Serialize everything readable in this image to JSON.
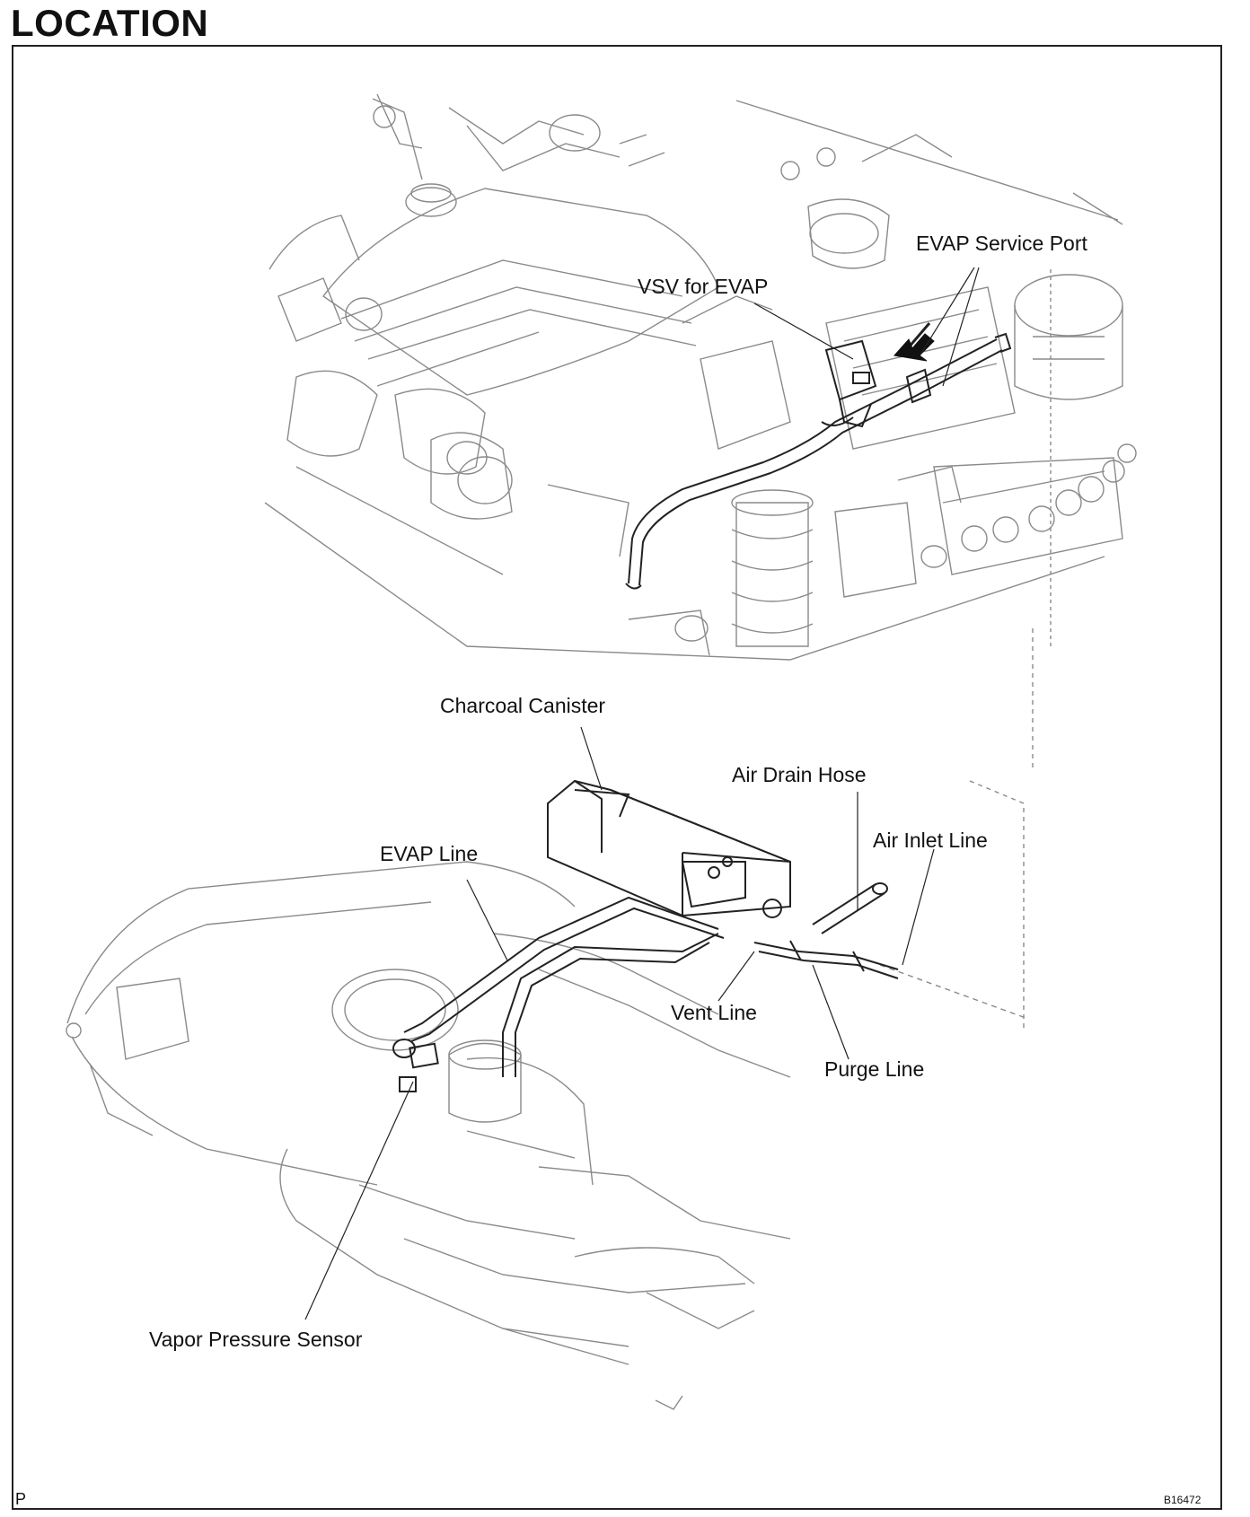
{
  "title": "LOCATION",
  "labels": {
    "evap_service_port": "EVAP Service Port",
    "vsv_for_evap": "VSV for EVAP",
    "charcoal_canister": "Charcoal Canister",
    "air_drain_hose": "Air Drain Hose",
    "air_inlet_line": "Air Inlet Line",
    "evap_line": "EVAP Line",
    "vent_line": "Vent Line",
    "purge_line": "Purge Line",
    "vapor_pressure_sensor": "Vapor Pressure Sensor"
  },
  "footer": {
    "left_mark": "P",
    "figure_code": "B16472"
  },
  "colors": {
    "line": "#222222",
    "faint_line": "#8a8a8a",
    "background": "#ffffff"
  }
}
